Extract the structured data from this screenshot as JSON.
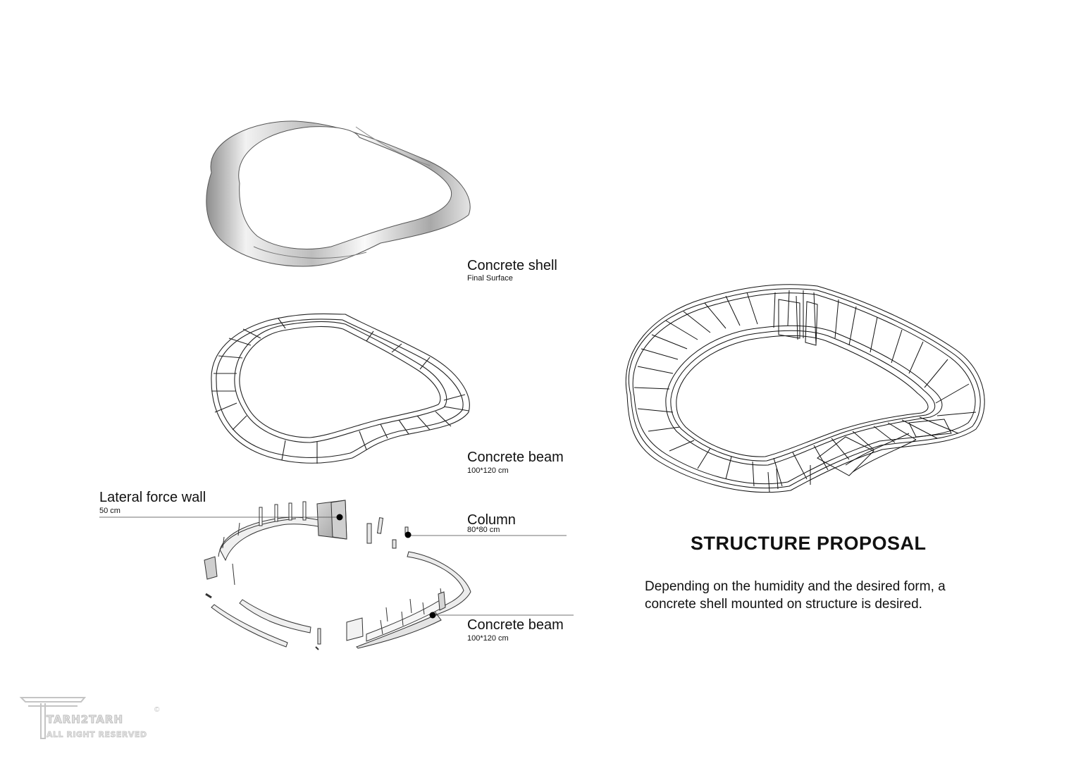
{
  "labels": {
    "shell_title": "Concrete shell",
    "shell_sub": "Final Surface",
    "beam_top_title": "Concrete beam",
    "beam_top_sub": "100*120 cm",
    "wall_title": "Lateral force wall",
    "wall_sub": "50 cm",
    "column_title": "Column",
    "column_sub": "80*80 cm",
    "beam_bottom_title": "Concrete beam",
    "beam_bottom_sub": "100*120 cm"
  },
  "heading": "STRUCTURE PROPOSAL",
  "description": "Depending on the humidity and the desired form, a concrete shell mounted on structure is desired.",
  "logo": {
    "name": "TARH2TARH",
    "copyright": "©",
    "tagline": "ALL RIGHT RESERVED"
  },
  "colors": {
    "line": "#222222",
    "shell_light": "#f4f4f4",
    "shell_dark": "#9a9a9a",
    "watermark": "#c8c8c8"
  }
}
